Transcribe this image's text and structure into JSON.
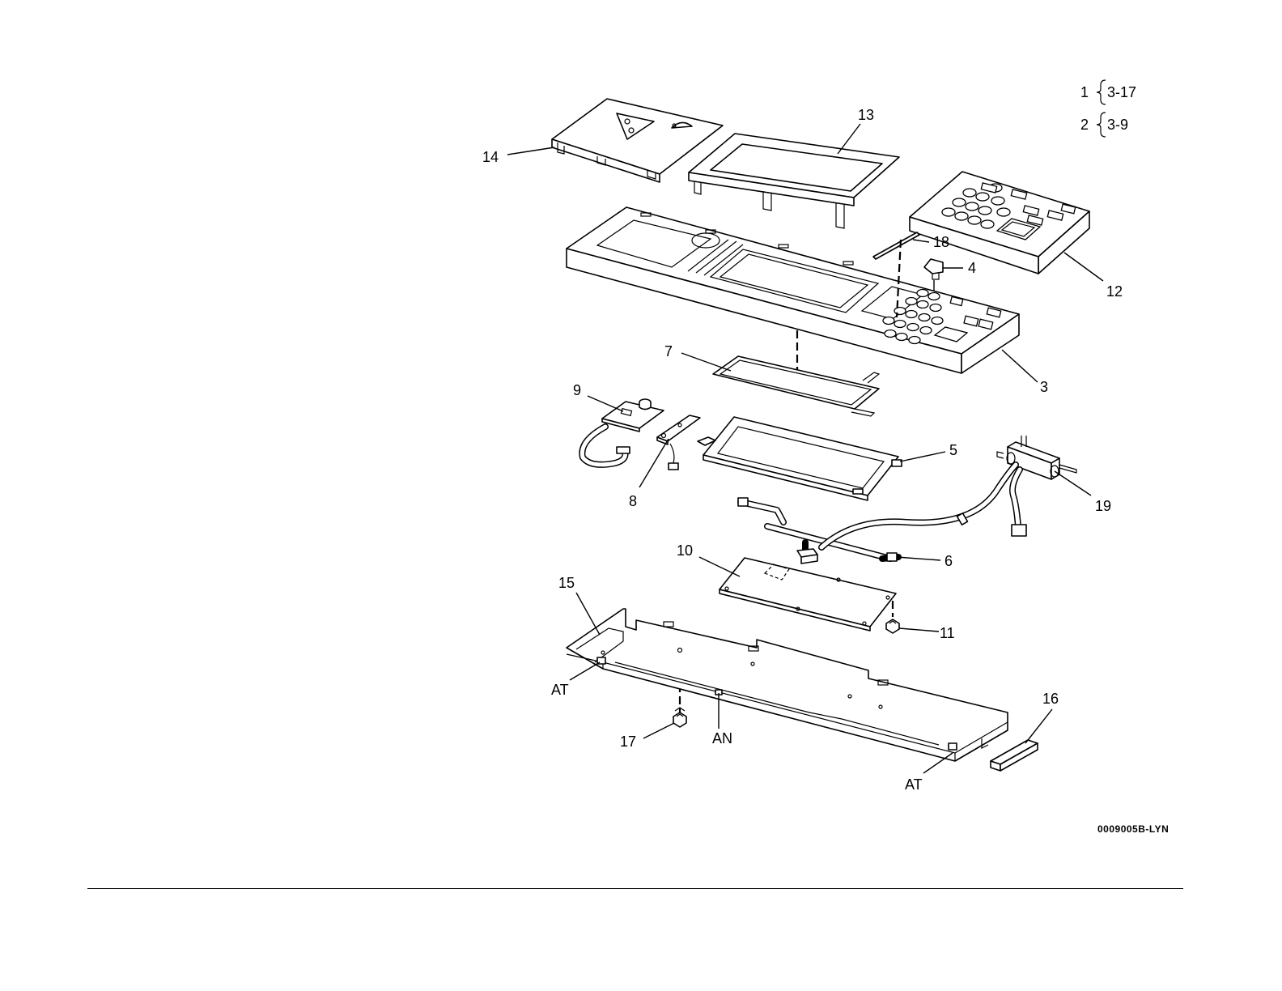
{
  "legend": [
    {
      "item": "1",
      "ref": "3-17"
    },
    {
      "item": "2",
      "ref": "3-9"
    }
  ],
  "callouts": {
    "c3": "3",
    "c4": "4",
    "c5": "5",
    "c6": "6",
    "c7": "7",
    "c8": "8",
    "c9": "9",
    "c10": "10",
    "c11": "11",
    "c12": "12",
    "c13": "13",
    "c14": "14",
    "c15": "15",
    "c16": "16",
    "c17": "17",
    "c18": "18",
    "c19": "19",
    "at_left": "AT",
    "at_right": "AT",
    "an": "AN"
  },
  "figure_code": "0009005B-LYN"
}
